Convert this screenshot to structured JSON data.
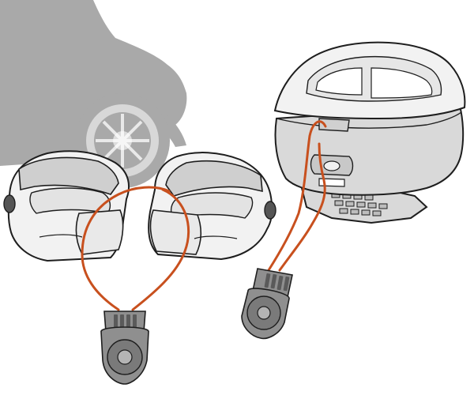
{
  "illustration": {
    "colors": {
      "background": "#ffffff",
      "motorcycle": "#a9a9a9",
      "outline": "#1e1e1e",
      "helmet_fill": "#f2f2f2",
      "helmet_shade": "#d9d9d9",
      "visor": "#c8c8c8",
      "cable": "#c8501e",
      "lock_body": "#8f8f8f",
      "lock_dark": "#6a6a6a",
      "lock_light": "#b4b4b4"
    },
    "objects": [
      "motorcycle-silhouette",
      "helmet-left",
      "helmet-right",
      "top-case",
      "cable-lock-helmets",
      "cable-lock-topcase"
    ]
  }
}
